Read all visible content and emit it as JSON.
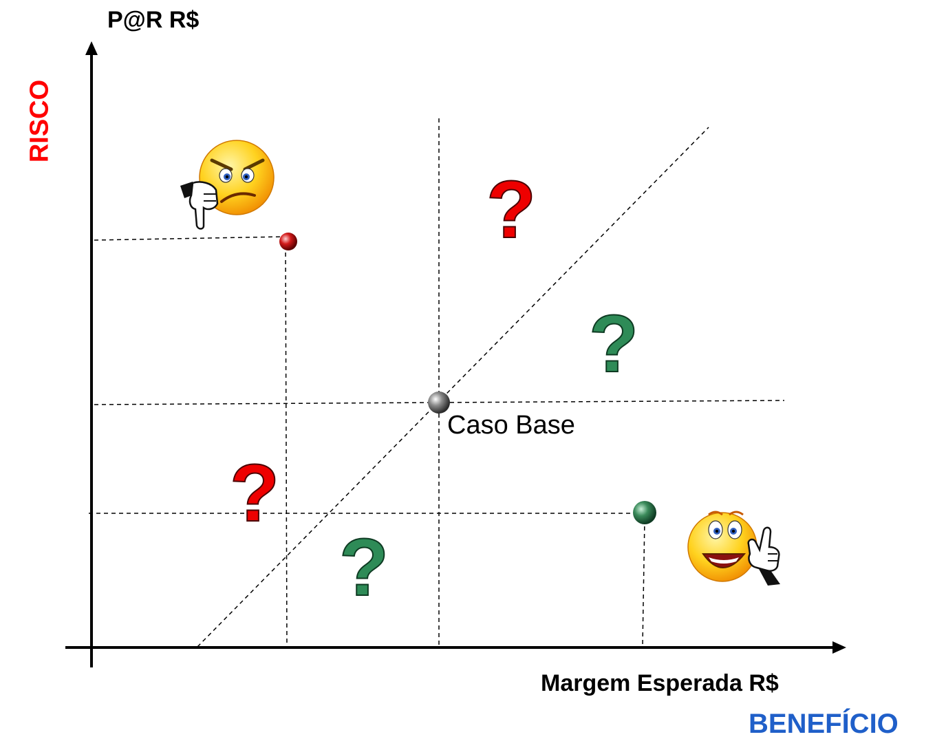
{
  "diagram": {
    "y_axis_label": "P@R R$",
    "x_axis_label": "Margem Esperada R$",
    "risk_label": "RISCO",
    "benefit_label": "BENEFÍCIO",
    "base_case_label": "Caso Base",
    "question_mark": "?"
  },
  "colors": {
    "risk": "#ff0000",
    "benefit": "#1f5fc9",
    "bad_point": "#cc0000",
    "base_point": "#808080",
    "good_point": "#2e7d55",
    "question_red": "#ee0000",
    "question_green": "#2e8b57",
    "face_yellow": "#ffd21f"
  },
  "icons": {
    "angry_face": "angry-thumbs-down-face-icon",
    "happy_face": "happy-thumbs-up-face-icon",
    "bad_point": "red-sphere-icon",
    "base_point": "gray-sphere-icon",
    "good_point": "green-sphere-icon"
  }
}
